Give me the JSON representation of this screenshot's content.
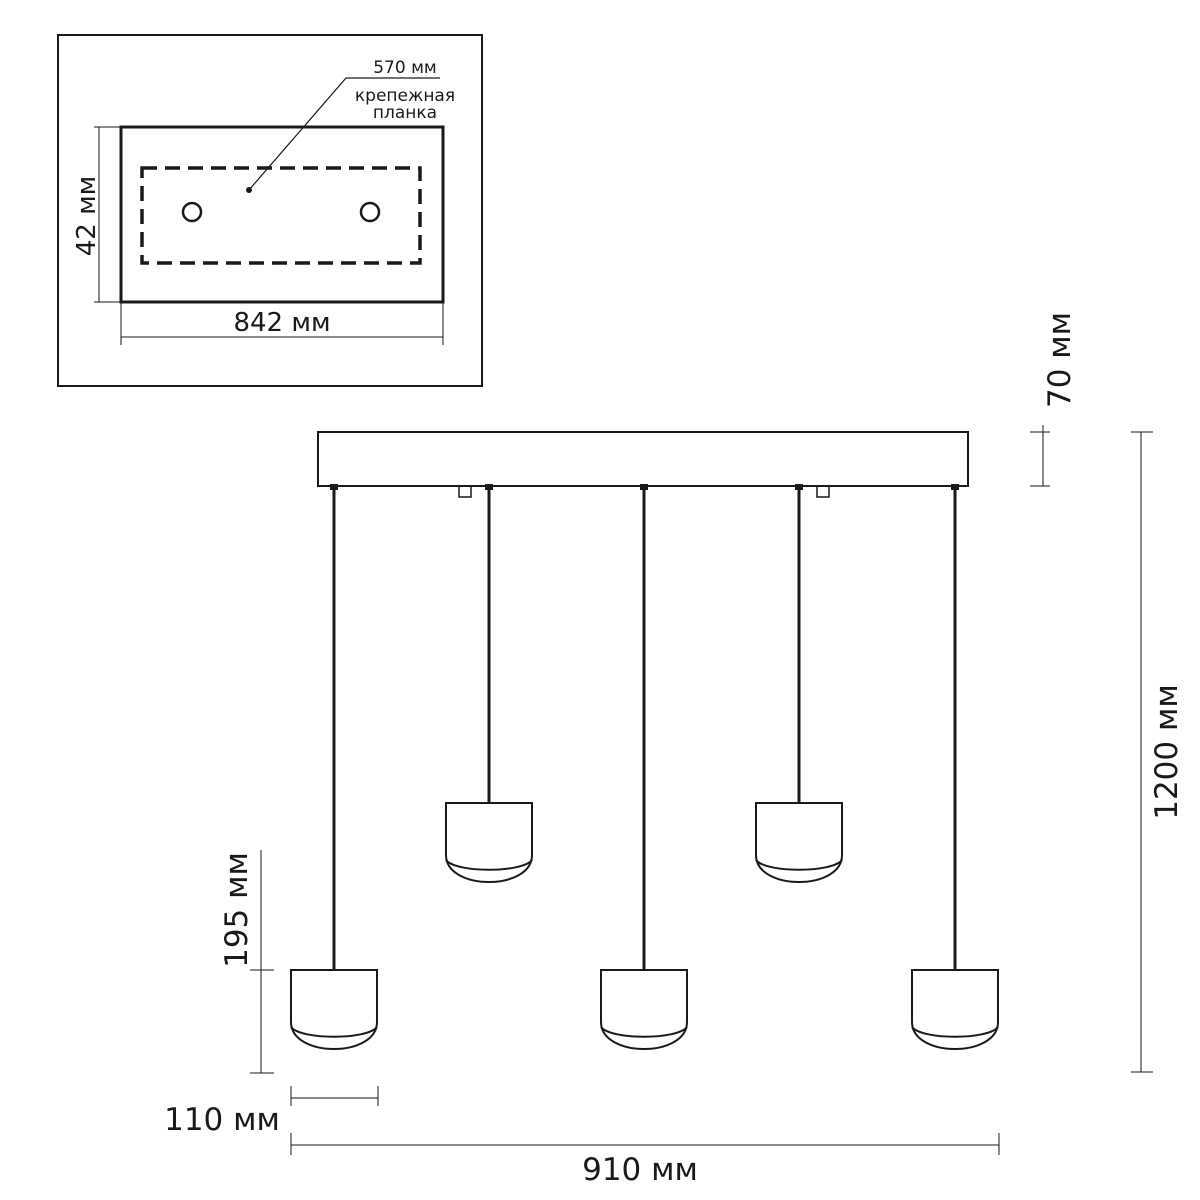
{
  "inset": {
    "mounting_plate_label": "570 мм",
    "mounting_plate_caption_line1": "крепежная",
    "mounting_plate_caption_line2": "планка",
    "height_label": "42 мм",
    "width_label": "842 мм"
  },
  "dimensions": {
    "canopy_height": "70 мм",
    "total_height": "1200 мм",
    "shade_height": "195 мм",
    "shade_width": "110 мм",
    "total_width": "910 мм"
  },
  "fixture": {
    "pendant_count": 5,
    "colors": {
      "line": "#1a1a1a",
      "background": "#ffffff"
    }
  }
}
